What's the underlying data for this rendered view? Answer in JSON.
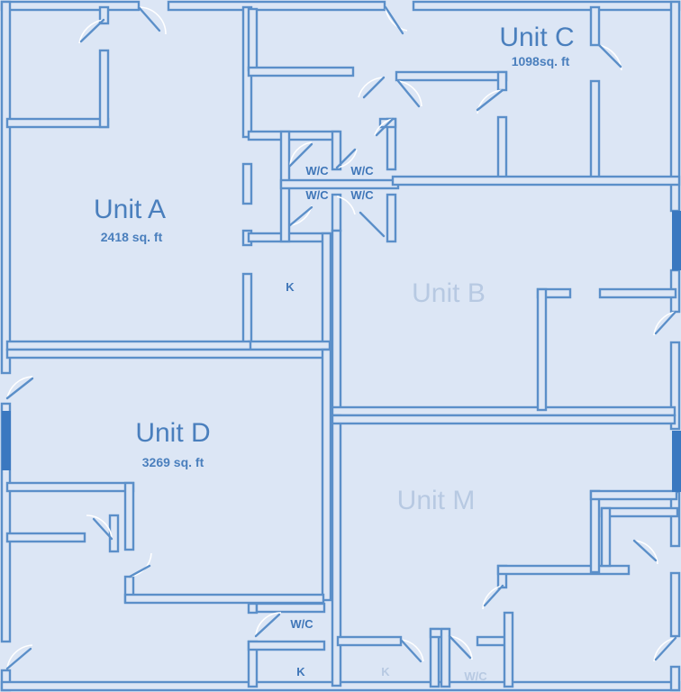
{
  "units": {
    "a": {
      "name": "Unit A",
      "area": "2418 sq. ft"
    },
    "b": {
      "name": "Unit B"
    },
    "c": {
      "name": "Unit C",
      "area": "1098sq. ft"
    },
    "d": {
      "name": "Unit D",
      "area": "3269 sq. ft"
    },
    "m": {
      "name": "Unit M"
    }
  },
  "rooms": {
    "wc_top_left": "W/C",
    "wc_top_right": "W/C",
    "wc_mid_left": "W/C",
    "wc_mid_right": "W/C",
    "kitchen_a": "K",
    "wc_d": "W/C",
    "kitchen_d": "K",
    "kitchen_m": "K",
    "wc_m": "W/C"
  }
}
